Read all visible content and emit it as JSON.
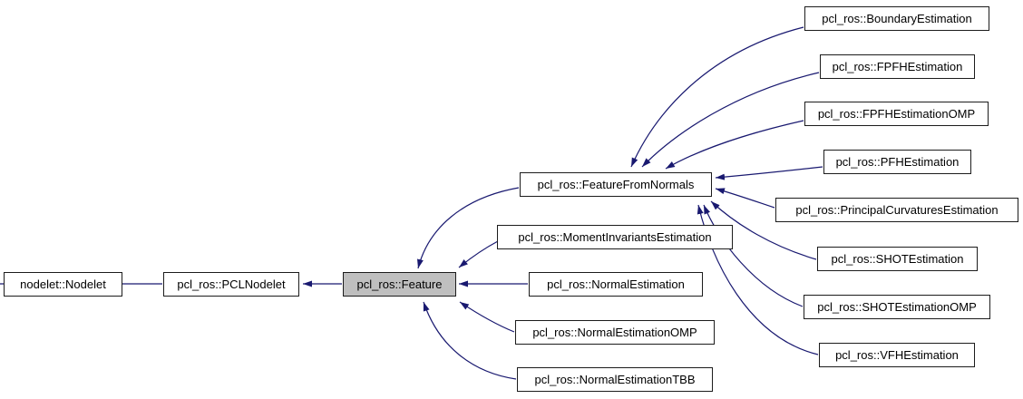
{
  "diagram": {
    "type": "inheritance-graph",
    "colors": {
      "background": "#ffffff",
      "edge": "#191970",
      "node_border": "#1c1c1c",
      "node_fill": "#ffffff",
      "highlight_fill": "#bfbfbf",
      "text": "#000000"
    },
    "nodes": {
      "nodelet": {
        "label": "nodelet::Nodelet"
      },
      "pclnodelet": {
        "label": "pcl_ros::PCLNodelet"
      },
      "feature": {
        "label": "pcl_ros::Feature"
      },
      "featurefromnormals": {
        "label": "pcl_ros::FeatureFromNormals"
      },
      "momentinvariants": {
        "label": "pcl_ros::MomentInvariantsEstimation"
      },
      "normalestimation": {
        "label": "pcl_ros::NormalEstimation"
      },
      "normalestimationomp": {
        "label": "pcl_ros::NormalEstimationOMP"
      },
      "normalestimationtbb": {
        "label": "pcl_ros::NormalEstimationTBB"
      },
      "boundaryestimation": {
        "label": "pcl_ros::BoundaryEstimation"
      },
      "fpfhestimation": {
        "label": "pcl_ros::FPFHEstimation"
      },
      "fpfhestimationomp": {
        "label": "pcl_ros::FPFHEstimationOMP"
      },
      "pfhestimation": {
        "label": "pcl_ros::PFHEstimation"
      },
      "principalcurvatures": {
        "label": "pcl_ros::PrincipalCurvaturesEstimation"
      },
      "shotestimation": {
        "label": "pcl_ros::SHOTEstimation"
      },
      "shotestimationomp": {
        "label": "pcl_ros::SHOTEstimationOMP"
      },
      "vfhestimation": {
        "label": "pcl_ros::VFHEstimation"
      }
    },
    "edges": [
      {
        "from": "pcl_ros::PCLNodelet",
        "to": "nodelet::Nodelet"
      },
      {
        "from": "pcl_ros::Feature",
        "to": "pcl_ros::PCLNodelet"
      },
      {
        "from": "pcl_ros::FeatureFromNormals",
        "to": "pcl_ros::Feature"
      },
      {
        "from": "pcl_ros::MomentInvariantsEstimation",
        "to": "pcl_ros::Feature"
      },
      {
        "from": "pcl_ros::NormalEstimation",
        "to": "pcl_ros::Feature"
      },
      {
        "from": "pcl_ros::NormalEstimationOMP",
        "to": "pcl_ros::Feature"
      },
      {
        "from": "pcl_ros::NormalEstimationTBB",
        "to": "pcl_ros::Feature"
      },
      {
        "from": "pcl_ros::BoundaryEstimation",
        "to": "pcl_ros::FeatureFromNormals"
      },
      {
        "from": "pcl_ros::FPFHEstimation",
        "to": "pcl_ros::FeatureFromNormals"
      },
      {
        "from": "pcl_ros::FPFHEstimationOMP",
        "to": "pcl_ros::FeatureFromNormals"
      },
      {
        "from": "pcl_ros::PFHEstimation",
        "to": "pcl_ros::FeatureFromNormals"
      },
      {
        "from": "pcl_ros::PrincipalCurvaturesEstimation",
        "to": "pcl_ros::FeatureFromNormals"
      },
      {
        "from": "pcl_ros::SHOTEstimation",
        "to": "pcl_ros::FeatureFromNormals"
      },
      {
        "from": "pcl_ros::SHOTEstimationOMP",
        "to": "pcl_ros::FeatureFromNormals"
      },
      {
        "from": "pcl_ros::VFHEstimation",
        "to": "pcl_ros::FeatureFromNormals"
      }
    ]
  }
}
